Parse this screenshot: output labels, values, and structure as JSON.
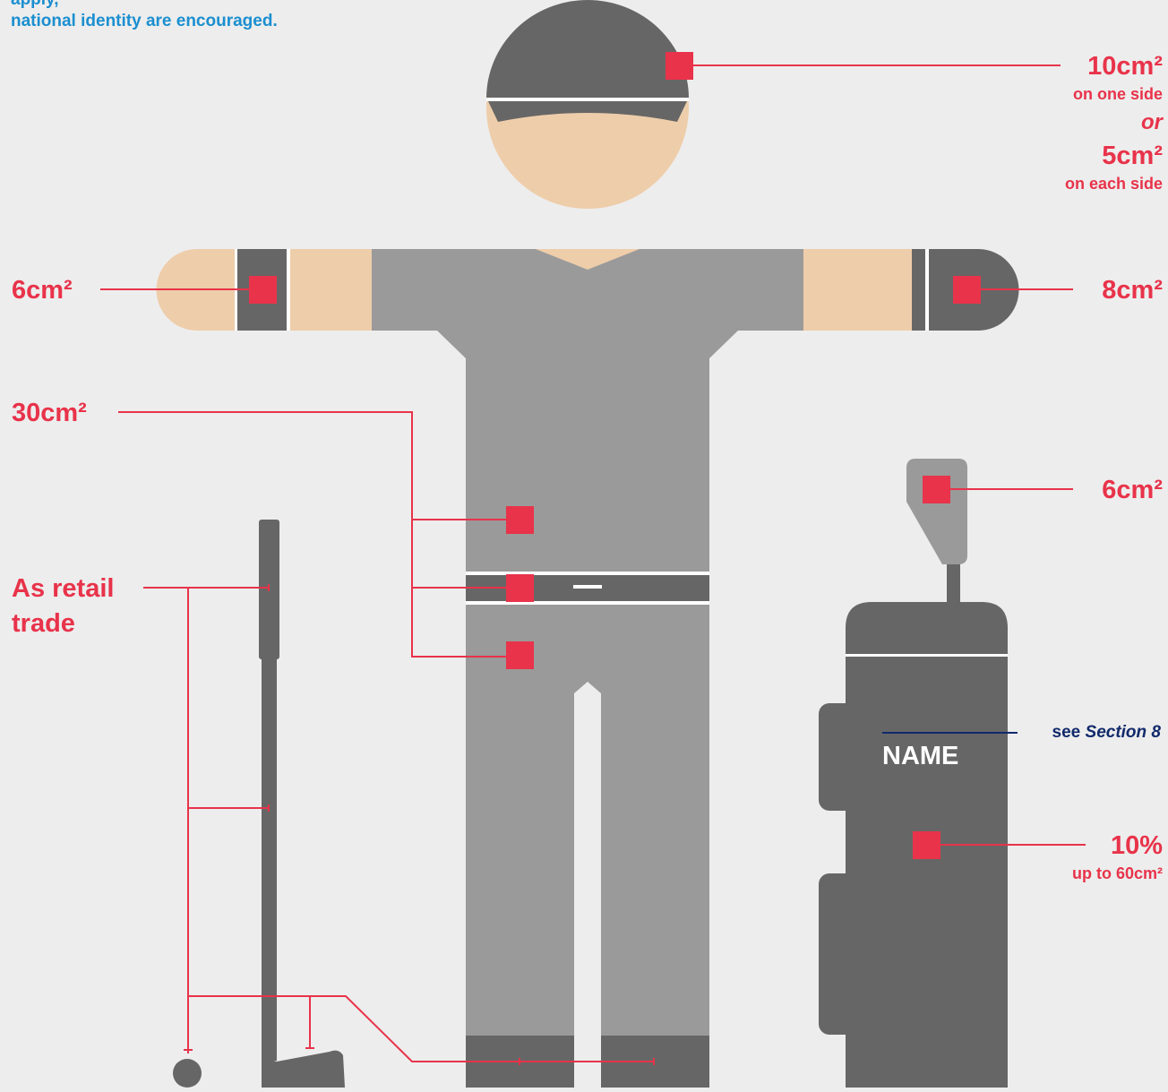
{
  "intro": {
    "line1": "apply,",
    "line2": "national identity are encouraged."
  },
  "labels": {
    "headwear_size": "10cm²",
    "headwear_note": "on one side",
    "headwear_or": "or",
    "headwear_alt_size": "5cm²",
    "headwear_alt_note": "on each side",
    "right_sleeve": "6cm²",
    "left_sleeve": "8cm²",
    "torso": "30cm²",
    "retail_line1": "As retail",
    "retail_line2": "trade",
    "bag_head": "6cm²",
    "bag_see": "see",
    "bag_section": "Section 8",
    "bag_name": "NAME",
    "bag_percent": "10%",
    "bag_percent_note": "up to 60cm²"
  },
  "colors": {
    "background": "#ededed",
    "accent": "#e8334a",
    "intro_blue": "#1b8fd0",
    "navy": "#122a6b",
    "dark_gray": "#666666",
    "mid_gray": "#9a9a9a",
    "skin": "#eecdaa",
    "white": "#ffffff"
  },
  "icons": {
    "marker": "red-square-logo-marker"
  }
}
